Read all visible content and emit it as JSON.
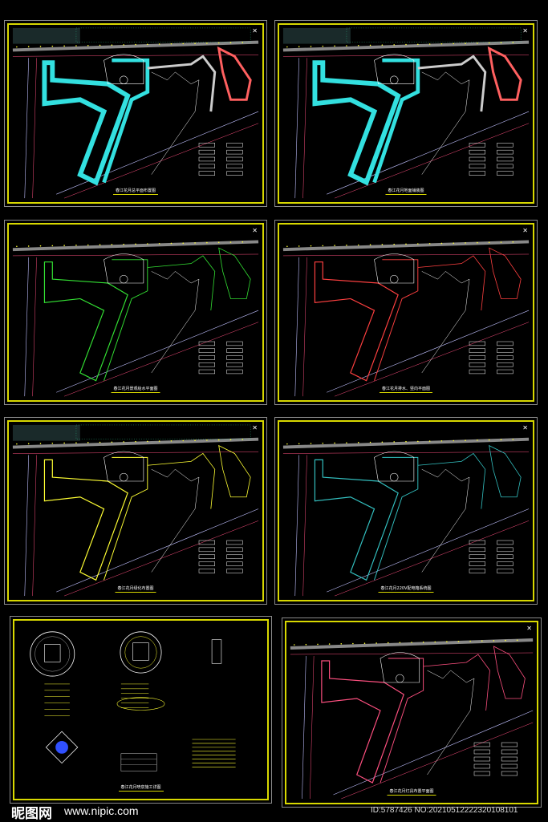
{
  "sheets": [
    {
      "title": "春江花月总平面布置图",
      "scheme": "fill",
      "accent": "#33e0e0",
      "legend": true
    },
    {
      "title": "春江花月地面铺装图",
      "scheme": "fill",
      "accent": "#33e0e0",
      "legend": true
    },
    {
      "title": "春江花月景观给水平面图",
      "scheme": "line",
      "accent": "#33e033",
      "legend": true
    },
    {
      "title": "春江花月排水、竖向平面图",
      "scheme": "line",
      "accent": "#ff4040",
      "legend": true
    },
    {
      "title": "春江花月绿化布置图",
      "scheme": "green",
      "accent": "#ffff33",
      "legend": true
    },
    {
      "title": "春江花月220V配电箱系统图",
      "scheme": "line",
      "accent": "#33c0c0",
      "legend": true
    },
    {
      "title": "春江花月喷泉施工详图",
      "scheme": "detail",
      "accent": "#ffff33",
      "legend": false
    },
    {
      "title": "春江花月灯具布置平面图",
      "scheme": "line",
      "accent": "#ff5080",
      "legend": true
    }
  ],
  "north_symbol": "✕",
  "watermark": {
    "logo": "昵图网",
    "url": "www.nipic.com",
    "id": "ID:5787426 NO:20210512222320108101"
  }
}
